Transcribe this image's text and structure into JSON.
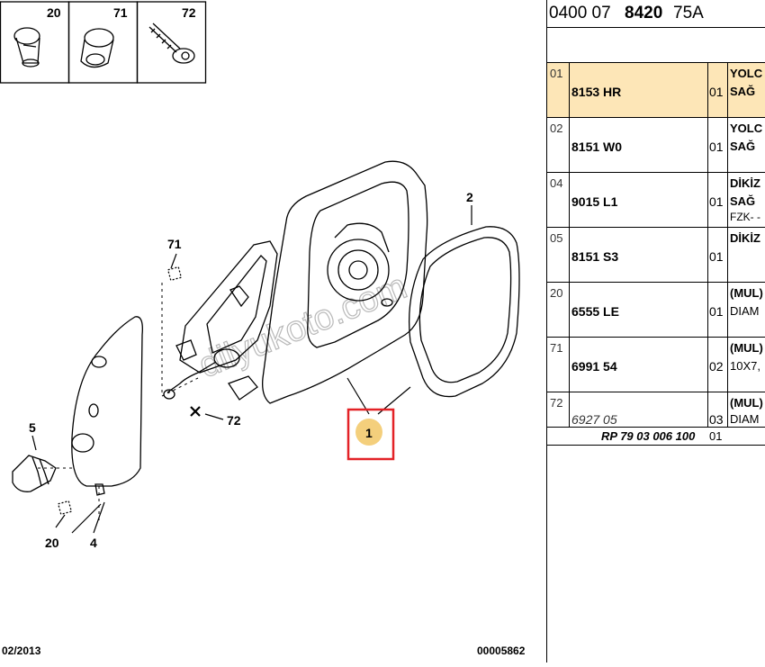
{
  "diagram": {
    "thumb_labels": [
      "20",
      "71",
      "72"
    ],
    "callouts": {
      "c2": "2",
      "c71": "71",
      "c72": "72",
      "c1": "1",
      "c5": "5",
      "c20": "20",
      "c4": "4"
    },
    "watermark": "dilyukoto.com",
    "footer_left": "02/2013",
    "footer_right": "00005862",
    "colors": {
      "highlight_box": "#e32227",
      "callout_badge": "#f4cf7c",
      "row_highlight": "#fde6b7"
    }
  },
  "panel": {
    "header": {
      "part1": "0400 07",
      "part2": "8420",
      "part3": "75A"
    },
    "rows": [
      {
        "idx": "01",
        "ref": "8153 HR",
        "qty": "01",
        "desc1": "YOLC",
        "desc2": "SAĞ",
        "desc3": "",
        "highlight": true
      },
      {
        "idx": "02",
        "ref": "8151 W0",
        "qty": "01",
        "desc1": "YOLC",
        "desc2": "SAĞ",
        "desc3": "",
        "highlight": false
      },
      {
        "idx": "04",
        "ref": "9015 L1",
        "qty": "01",
        "desc1": "DİKİZ",
        "desc2": "SAĞ",
        "desc3": "FZK- -",
        "highlight": false
      },
      {
        "idx": "05",
        "ref": "8151 S3",
        "qty": "01",
        "desc1": "DİKİZ",
        "desc2": "",
        "desc3": "",
        "highlight": false
      },
      {
        "idx": "20",
        "ref": "6555 LE",
        "qty": "01",
        "desc1": "(MUL)",
        "desc2": "DIAM",
        "desc3": "",
        "highlight": false
      },
      {
        "idx": "71",
        "ref": "6991 54",
        "qty": "02",
        "desc1": "(MUL)",
        "desc2": "10X7,",
        "desc3": "",
        "highlight": false
      },
      {
        "idx": "72",
        "ref": "6927 05",
        "qty": "03",
        "desc1": "(MUL)",
        "desc2": "DIAM",
        "desc3": "",
        "highlight": false
      }
    ],
    "extra_row": {
      "ref": "RP 79 03 006 100",
      "qty": "01"
    }
  }
}
